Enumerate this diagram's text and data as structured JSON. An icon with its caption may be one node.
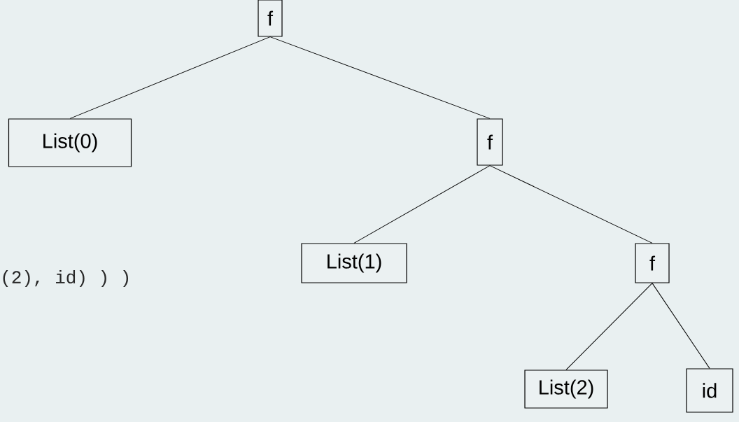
{
  "diagram": {
    "nodes": [
      {
        "text": [
          "f"
        ]
      },
      {
        "text": [
          "List(0)"
        ]
      },
      {
        "text": [
          "f"
        ]
      },
      {
        "text": [
          "List(1)"
        ]
      },
      {
        "text": [
          "f"
        ]
      },
      {
        "text": [
          "List(2)"
        ]
      },
      {
        "text": [
          "id"
        ]
      }
    ],
    "edges": [
      {
        "from": 0,
        "to": 1,
        "arrow": "none"
      },
      {
        "from": 0,
        "to": 2,
        "arrow": "none"
      },
      {
        "from": 2,
        "to": 3,
        "arrow": "none"
      },
      {
        "from": 2,
        "to": 4,
        "arrow": "none"
      },
      {
        "from": 4,
        "to": 5,
        "arrow": "none"
      },
      {
        "from": 4,
        "to": 6,
        "arrow": "none"
      }
    ],
    "labels": [
      "(2), id) ) )"
    ]
  }
}
